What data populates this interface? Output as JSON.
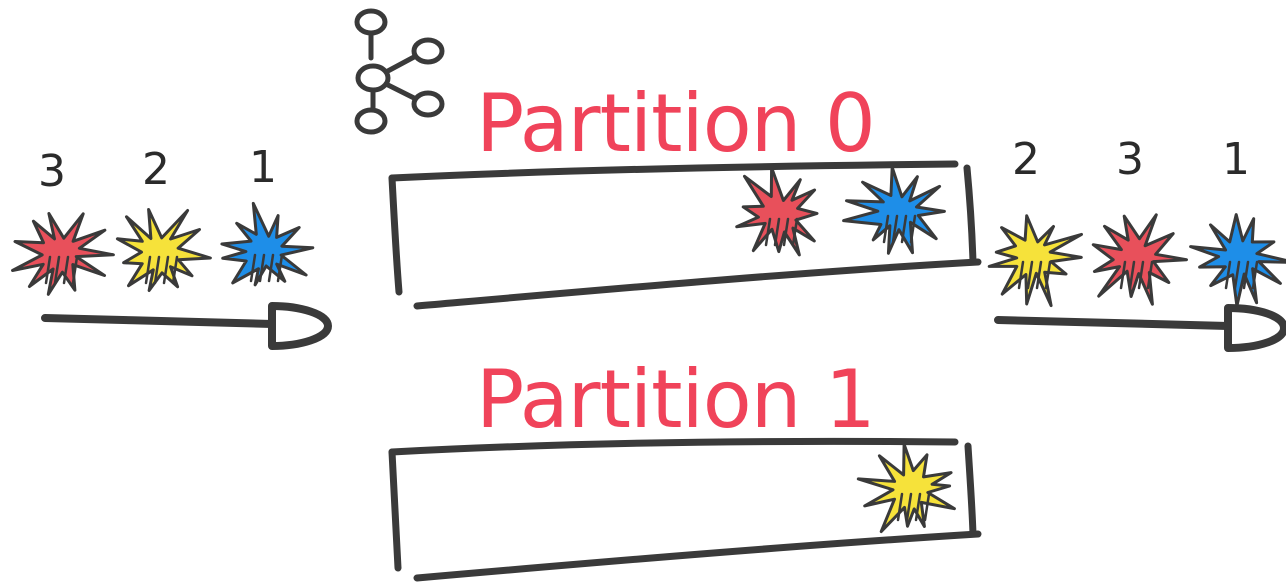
{
  "colors": {
    "ink": "#3a3a3a",
    "accent": "#f0435a",
    "red": "#e8505b",
    "yellow": "#f6e23a",
    "blue": "#1e8ee8"
  },
  "icon": "kafka-logo-icon",
  "input": {
    "order": [
      "3",
      "2",
      "1"
    ],
    "stars": [
      "red",
      "yellow",
      "blue"
    ]
  },
  "output": {
    "order": [
      "2",
      "3",
      "1"
    ],
    "stars": [
      "yellow",
      "red",
      "blue"
    ]
  },
  "partitions": [
    {
      "label": "Partition 0",
      "stars": [
        "red",
        "blue"
      ]
    },
    {
      "label": "Partition 1",
      "stars": [
        "yellow"
      ]
    }
  ]
}
